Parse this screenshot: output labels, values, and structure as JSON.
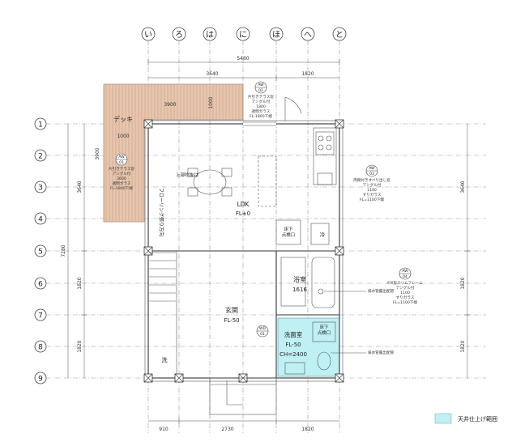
{
  "column_labels": [
    "い",
    "ろ",
    "は",
    "に",
    "ほ",
    "へ",
    "と"
  ],
  "row_labels": [
    "1",
    "2",
    "3",
    "4",
    "5",
    "6",
    "7",
    "8",
    "9"
  ],
  "dimensions": {
    "top_total": "5460",
    "top_left": "3640",
    "top_right": "1820",
    "bottom_left": "910",
    "bottom_mid": "2730",
    "bottom_right": "1820",
    "left_total": "7280",
    "left_upper": "3640",
    "left_mid": "1820",
    "left_low": "1820",
    "right_upper": "3640",
    "right_mid": "1820",
    "right_low": "1820",
    "deck_width": "3900",
    "deck_depth": "1000",
    "deck_side_a": "1000",
    "deck_side_b": "3900"
  },
  "rooms": {
    "deck": "デッキ",
    "ldk": "LDK",
    "ldk_fl": "FL±0",
    "hall": "玄関",
    "hall_fl": "FL-50",
    "bath": "浴室",
    "bath_size": "1616",
    "wash": "洗面室",
    "wash_fl": "FL-50",
    "wash_ch": "CH=2400",
    "floor_hatch_1": "床下\n点検口",
    "floor_hatch_2": "床下\n点検口",
    "fridge": "冷",
    "laundry": "洗",
    "fukinuki": "上部吹抜け",
    "flooring": "フローリング張り方向"
  },
  "tags": {
    "aw02": {
      "code": "AW",
      "num": "02"
    },
    "aw01": {
      "code": "AW",
      "num": "01"
    },
    "aw03": {
      "code": "AW",
      "num": "03"
    },
    "aw04": {
      "code": "AW",
      "num": "04"
    },
    "wd01": {
      "code": "WD",
      "num": "01"
    }
  },
  "notes": {
    "aw02": [
      "片引きテラス窓",
      "アングル付",
      "1800",
      "透明ガラス",
      "FL-1800下端"
    ],
    "aw01": [
      "片引きテラス窓",
      "アングル付",
      "2600",
      "透明ガラス",
      "FL-1800下端"
    ],
    "aw03": [
      "両側付きすべり出し窓",
      "アングル付",
      "1100",
      "すりガラス",
      "FL=1100下端"
    ],
    "aw04": [
      "FIX窓スリムフレーム",
      "アングル付",
      "1100",
      "すりガラス",
      "FL=1100下端"
    ],
    "pipe1": "排水管露出配管",
    "pipe2": "排水管露出配管"
  },
  "legend": {
    "label": "天井仕上げ範囲",
    "swatch_color": "#bff0f4"
  },
  "colors": {
    "deck_fill": "#e8c6ae",
    "deck_line": "#b48e74"
  }
}
